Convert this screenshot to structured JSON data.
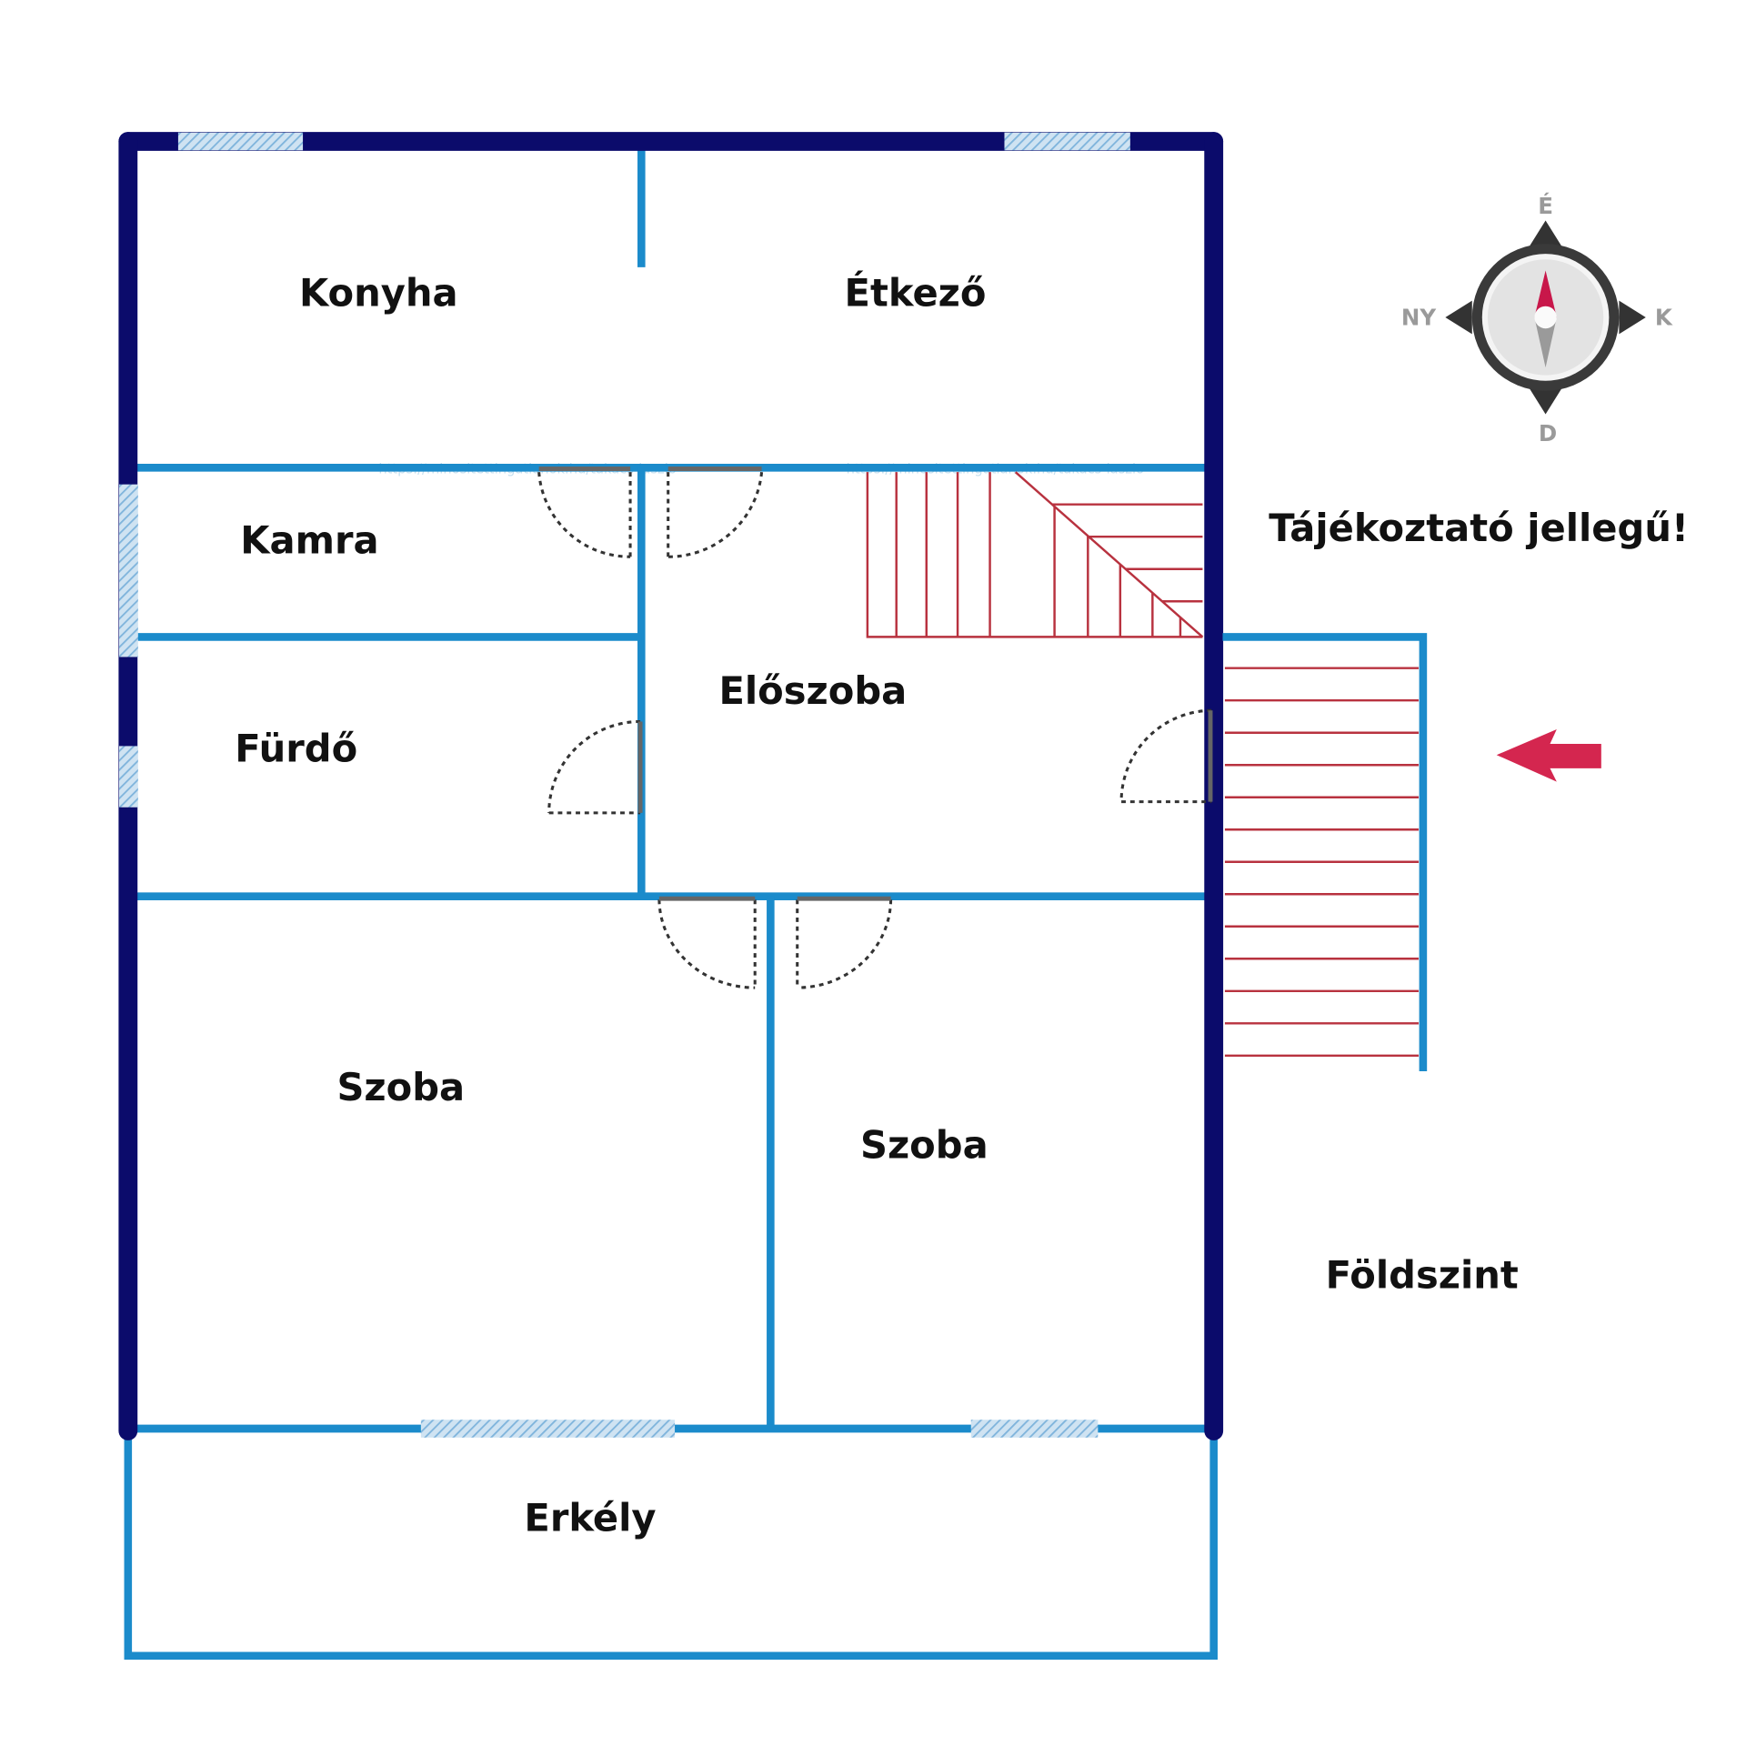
{
  "rooms": {
    "konyha": "Konyha",
    "etkezo": "Étkező",
    "kamra": "Kamra",
    "eloszoba": "Előszoba",
    "furdo": "Fürdő",
    "szoba1": "Szoba",
    "szoba2": "Szoba",
    "erkely": "Erkély"
  },
  "notice": "Tájékoztató jellegű!",
  "level": "Földszint",
  "compass": {
    "north": "É",
    "south": "D",
    "east": "K",
    "west": "NY"
  },
  "watermark": "https://minositettingatlanok.hu/takacs-laszlo",
  "colors": {
    "outer_wall": "#0b0b6b",
    "inner_wall": "#1b8bcb",
    "stairs": "#b8323f",
    "arrow": "#d4264f"
  }
}
